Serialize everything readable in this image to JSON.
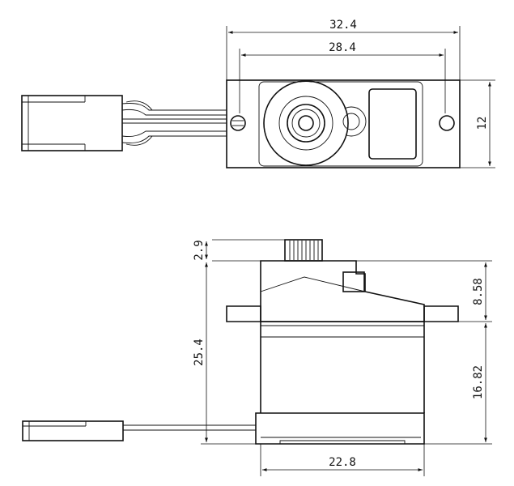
{
  "dimensions": {
    "top_overall_width": "32.4",
    "top_hole_spacing": "28.4",
    "top_height": "12",
    "side_spline_height": "2.9",
    "side_upper_height": "8.58",
    "side_total_height": "25.4",
    "side_lower_height": "16.82",
    "side_body_width": "22.8"
  }
}
